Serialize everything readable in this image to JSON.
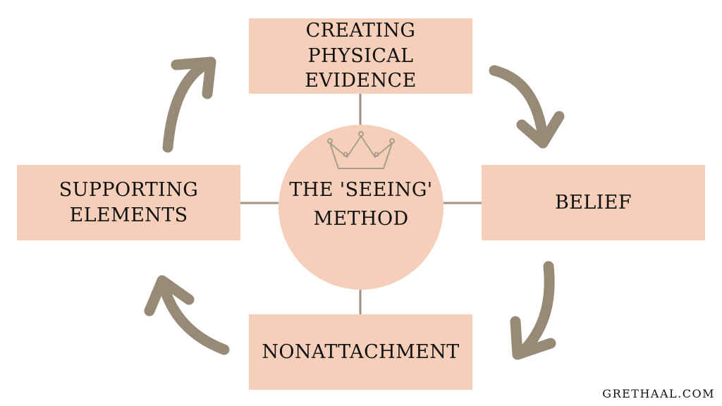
{
  "diagram": {
    "top_box": "CREATING\nPHYSICAL EVIDENCE",
    "right_box": "BELIEF",
    "bottom_box": "NONATTACHMENT",
    "left_box": "SUPPORTING\nELEMENTS",
    "center": "THE 'SEEING'\nMETHOD",
    "center_icon": "crown-icon"
  },
  "footer": {
    "credit": "GRETHAAL.COM"
  },
  "colors": {
    "box_fill": "#f5cfb9",
    "connector": "#9e9282",
    "arrow": "#978b78",
    "crown_stroke": "#a89e90"
  }
}
